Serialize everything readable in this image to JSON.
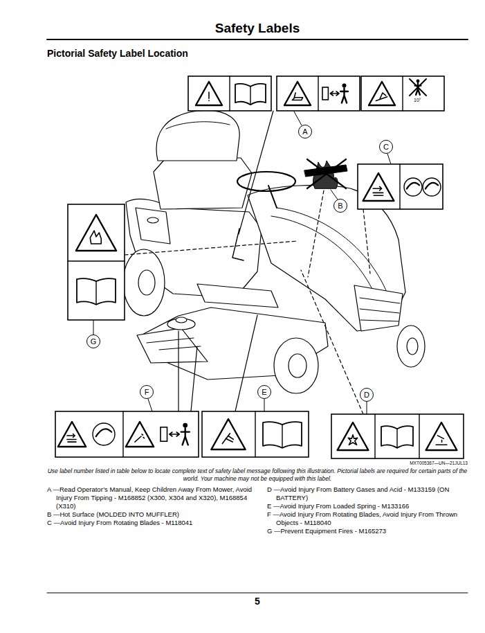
{
  "diagram": {
    "title": "Safety Labels",
    "nodes": [
      {
        "text": [
          "A"
        ]
      },
      {
        "text": [
          "C"
        ]
      },
      {
        "text": [
          "B"
        ]
      },
      {
        "text": [
          "G"
        ]
      },
      {
        "text": [
          "F"
        ]
      },
      {
        "text": [
          "E"
        ]
      },
      {
        "text": [
          "D"
        ]
      }
    ],
    "labels": [
      "Pictorial Safety Label Location",
      "10°",
      "MXT005367—UN—21JUL13",
      "Use label number listed in table below to locate complete text of safety label message following this illustration. Pictorial labels are required for certain parts of the world. Your machine may not be equipped with this label.",
      "A —Read Operator’s Manual, Keep Children Away From Mower, Avoid Injury From Tipping - M168852 (X300, X304 and X320), M168854 (X310)",
      "B —Hot Surface (MOLDED INTO MUFFLER)",
      "C —Avoid Injury From Rotating Blades - M118041",
      "D —Avoid Injury From Battery Gases and Acid - M133159 (ON BATTERY)",
      "E —Avoid Injury From Loaded Spring - M133166",
      "F —Avoid Injury From Rotating Blades, Avoid Injury From Thrown Objects - M118040",
      "G —Prevent Equipment Fires - M165273",
      "5"
    ]
  }
}
